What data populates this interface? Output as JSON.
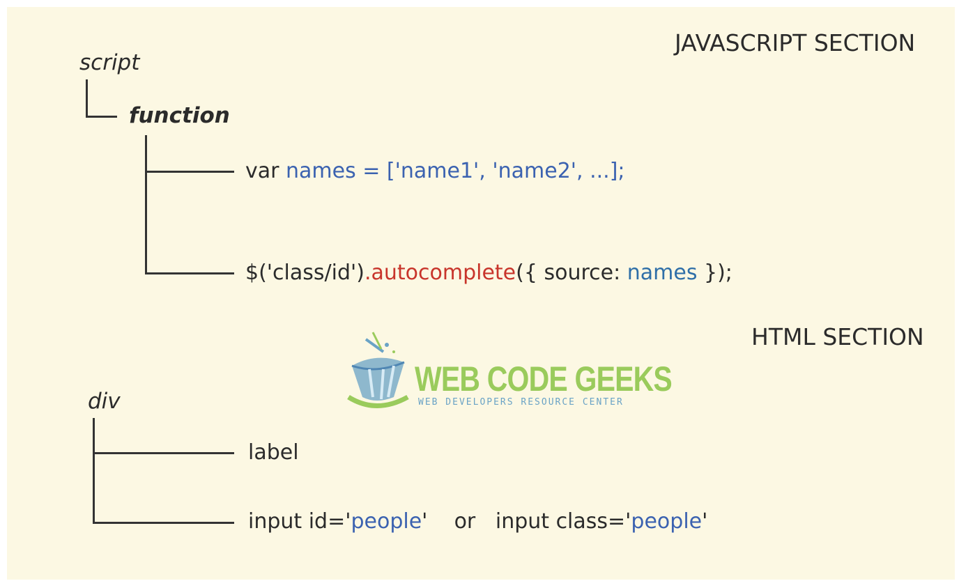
{
  "js_section": {
    "heading": "JAVASCRIPT SECTION",
    "root_label": "script",
    "child_label": "function",
    "line1": {
      "var_keyword": "var ",
      "rest": "names = ['name1', 'name2', ...];"
    },
    "line2": {
      "selector": "$('class/id')",
      "method": ".autocomplete",
      "args_open": "({ source: ",
      "arg_value": "names",
      "args_close": " });"
    }
  },
  "html_section": {
    "heading": "HTML SECTION",
    "root_label": "div",
    "child1": "label",
    "child2": {
      "part1": "input id='",
      "value1": "people",
      "part2": "'    or   input class='",
      "value2": "people",
      "part3": "'"
    }
  },
  "watermark": {
    "title": "WEB CODE GEEKS",
    "subtitle": "WEB DEVELOPERS RESOURCE CENTER"
  },
  "colors": {
    "background": "#fcf8e3",
    "text": "#2b2b2b",
    "blue": "#3b62b0",
    "red": "#c8352b",
    "teal": "#2f6fa8",
    "logo_green": "#9acb5c",
    "logo_blue": "#6aa3c6"
  }
}
